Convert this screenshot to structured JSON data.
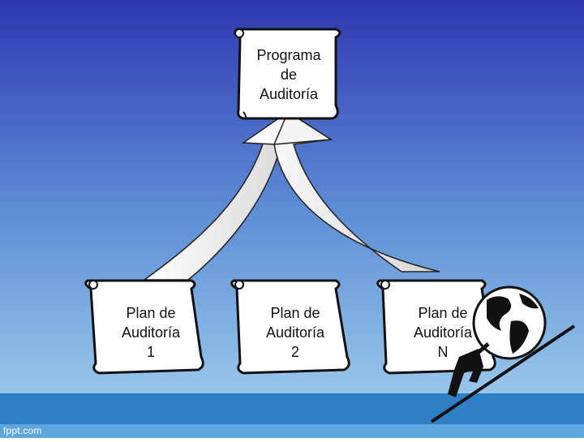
{
  "diagram": {
    "top_scroll": {
      "label": "Programa\nde\n Auditoría"
    },
    "bottom_scrolls": [
      {
        "label": "Plan de\nAuditoría\n1"
      },
      {
        "label": "Plan de\nAuditoría\n2"
      },
      {
        "label": "Plan de\nAuditoría\nN"
      }
    ]
  },
  "footer": {
    "brand": "fppt.com"
  },
  "colors": {
    "sky_top": "#2f3cb4",
    "sky_bottom": "#8fc0e8",
    "sea": "#2e7fc4",
    "scroll_fill": "#ffffff",
    "arrow_fill": "#f0f0f0",
    "outline": "#111111"
  }
}
